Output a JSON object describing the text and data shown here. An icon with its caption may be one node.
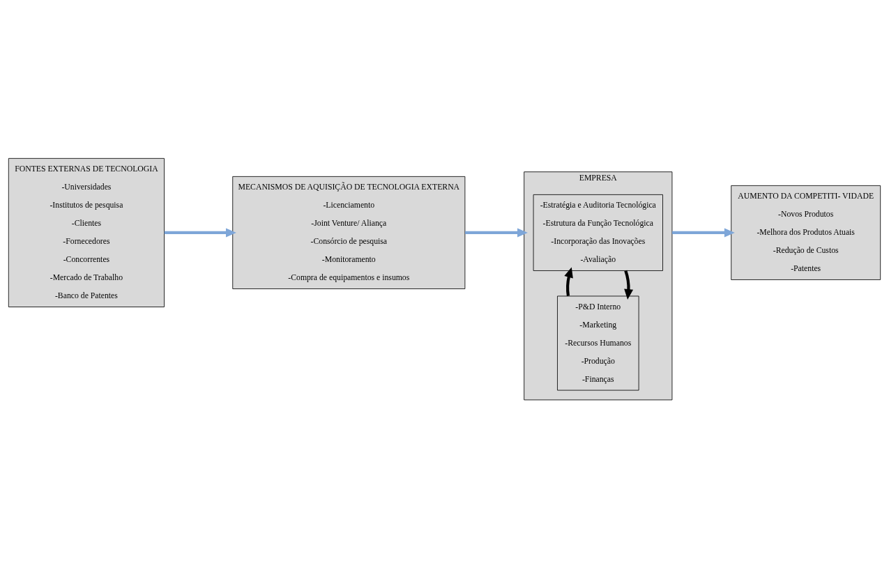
{
  "diagram": {
    "nodes": [
      {
        "text": [
          "FONTES EXTERNAS DE TECNOLOGIA",
          "-Universidades",
          "-Institutos de pesquisa",
          "-Clientes",
          "-Fornecedores",
          "-Concorrentes",
          "-Mercado de Trabalho",
          "-Banco de Patentes"
        ]
      },
      {
        "text": [
          "MECANISMOS DE AQUISIÇÃO DE TECNOLOGIA EXTERNA",
          "-Licenciamento",
          "-Joint Venture/ Aliança",
          "-Consórcio de pesquisa",
          "-Monitoramento",
          "-Compra de equipamentos e insumos"
        ]
      },
      {
        "text": [
          "EMPRESA"
        ]
      },
      {
        "text": [
          "-Estratégia e Auditoria Tecnológica",
          "-Estrutura da Função Tecnológica",
          "-Incorporação das Inovações",
          "-Avaliação"
        ],
        "in": 2
      },
      {
        "text": [
          "-P&D Interno",
          "-Marketing",
          "-Recursos Humanos",
          "-Produção",
          "-Finanças"
        ],
        "in": 2
      },
      {
        "text": [
          "AUMENTO DA COMPETITI- VIDADE",
          "-Novos Produtos",
          "-Melhora dos Produtos Atuais",
          "-Redução de Custos",
          "-Patentes"
        ]
      }
    ],
    "edges": [
      {
        "from": 0,
        "to": 1,
        "arrow": "to"
      },
      {
        "from": 1,
        "to": 2,
        "arrow": "to"
      },
      {
        "from": 2,
        "to": 5,
        "arrow": "to"
      },
      {
        "from": 3,
        "to": 4,
        "arrow": "to",
        "color": "#000000"
      },
      {
        "from": 4,
        "to": 3,
        "arrow": "to",
        "color": "#000000"
      }
    ]
  }
}
